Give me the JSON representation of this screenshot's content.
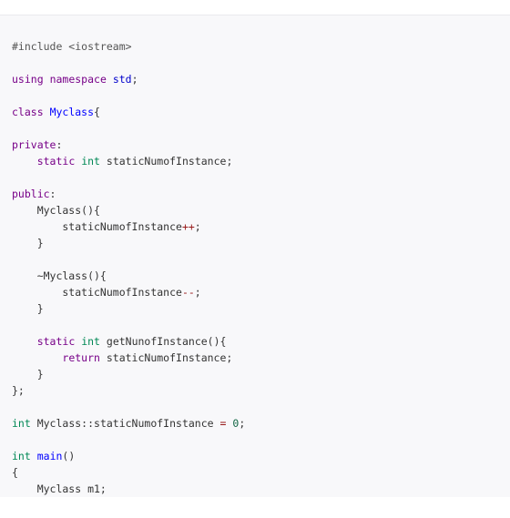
{
  "code": {
    "language": "cpp",
    "colors": {
      "background": "#f8f8fa",
      "plain": "#333333",
      "keyword": "#770088",
      "type": "#008855",
      "namespace": "#0000cc",
      "definition": "#0000ff",
      "number": "#116644",
      "operator": "#981a1a",
      "meta": "#555555"
    },
    "lines": [
      [
        {
          "t": "meta",
          "v": "#include <iostream>"
        }
      ],
      [],
      [
        {
          "t": "kw-purple",
          "v": "using"
        },
        {
          "t": "plain",
          "v": " "
        },
        {
          "t": "kw-purple",
          "v": "namespace"
        },
        {
          "t": "plain",
          "v": " "
        },
        {
          "t": "kw-blue",
          "v": "std"
        },
        {
          "t": "plain",
          "v": ";"
        }
      ],
      [],
      [
        {
          "t": "kw-purple",
          "v": "class"
        },
        {
          "t": "plain",
          "v": " "
        },
        {
          "t": "def",
          "v": "Myclass"
        },
        {
          "t": "plain",
          "v": "{"
        }
      ],
      [],
      [
        {
          "t": "kw-purple",
          "v": "private"
        },
        {
          "t": "plain",
          "v": ":"
        }
      ],
      [
        {
          "t": "plain",
          "v": "    "
        },
        {
          "t": "kw-purple",
          "v": "static"
        },
        {
          "t": "plain",
          "v": " "
        },
        {
          "t": "kw-green",
          "v": "int"
        },
        {
          "t": "plain",
          "v": " staticNumofInstance;"
        }
      ],
      [],
      [
        {
          "t": "kw-purple",
          "v": "public"
        },
        {
          "t": "plain",
          "v": ":"
        }
      ],
      [
        {
          "t": "plain",
          "v": "    Myclass(){"
        }
      ],
      [
        {
          "t": "plain",
          "v": "        staticNumofInstance"
        },
        {
          "t": "op",
          "v": "++"
        },
        {
          "t": "plain",
          "v": ";"
        }
      ],
      [
        {
          "t": "plain",
          "v": "    }"
        }
      ],
      [],
      [
        {
          "t": "plain",
          "v": "    ~Myclass(){"
        }
      ],
      [
        {
          "t": "plain",
          "v": "        staticNumofInstance"
        },
        {
          "t": "op",
          "v": "--"
        },
        {
          "t": "plain",
          "v": ";"
        }
      ],
      [
        {
          "t": "plain",
          "v": "    }"
        }
      ],
      [],
      [
        {
          "t": "plain",
          "v": "    "
        },
        {
          "t": "kw-purple",
          "v": "static"
        },
        {
          "t": "plain",
          "v": " "
        },
        {
          "t": "kw-green",
          "v": "int"
        },
        {
          "t": "plain",
          "v": " getNunofInstance(){"
        }
      ],
      [
        {
          "t": "plain",
          "v": "        "
        },
        {
          "t": "kw-purple",
          "v": "return"
        },
        {
          "t": "plain",
          "v": " staticNumofInstance;"
        }
      ],
      [
        {
          "t": "plain",
          "v": "    }"
        }
      ],
      [
        {
          "t": "plain",
          "v": "};"
        }
      ],
      [],
      [
        {
          "t": "kw-green",
          "v": "int"
        },
        {
          "t": "plain",
          "v": " Myclass::staticNumofInstance "
        },
        {
          "t": "op",
          "v": "="
        },
        {
          "t": "plain",
          "v": " "
        },
        {
          "t": "num",
          "v": "0"
        },
        {
          "t": "plain",
          "v": ";"
        }
      ],
      [],
      [
        {
          "t": "kw-green",
          "v": "int"
        },
        {
          "t": "plain",
          "v": " "
        },
        {
          "t": "def",
          "v": "main"
        },
        {
          "t": "plain",
          "v": "()"
        }
      ],
      [
        {
          "t": "plain",
          "v": "{"
        }
      ],
      [
        {
          "t": "plain",
          "v": "    Myclass m1;"
        }
      ]
    ]
  }
}
